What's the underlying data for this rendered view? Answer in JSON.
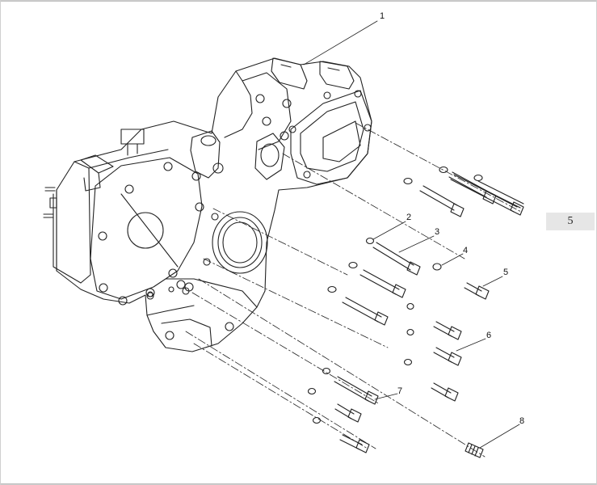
{
  "page_tab": {
    "label": "5"
  },
  "callouts": [
    {
      "label": "1"
    },
    {
      "label": "2"
    },
    {
      "label": "3"
    },
    {
      "label": "4"
    },
    {
      "label": "5"
    },
    {
      "label": "6"
    },
    {
      "label": "7"
    },
    {
      "label": "8"
    }
  ],
  "colors": {
    "line": "#222222",
    "tab_bg": "#e6e6e6"
  }
}
